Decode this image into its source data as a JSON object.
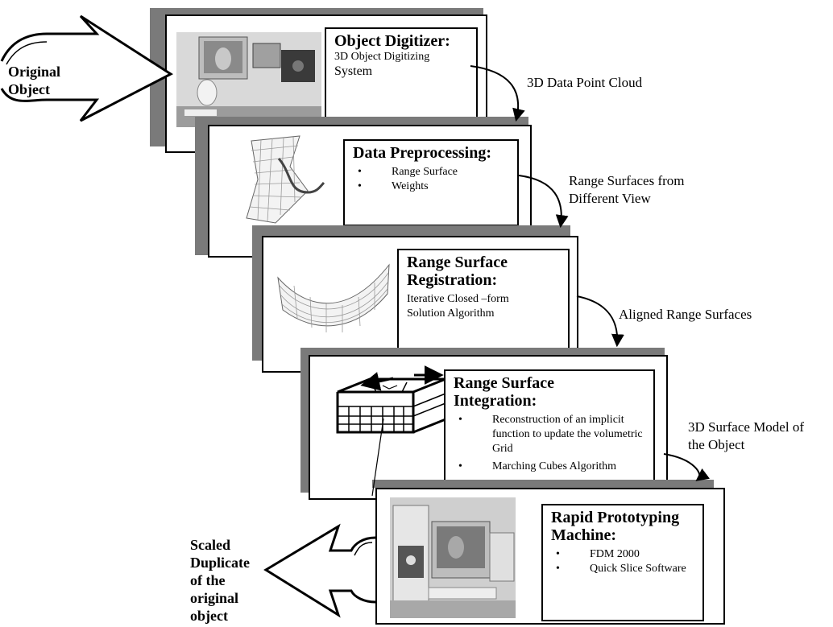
{
  "left_labels": {
    "input": "Original Object",
    "input_lines": [
      "Original",
      "Object"
    ],
    "output_lines": [
      "Scaled",
      "Duplicate",
      "of the",
      "original",
      "object"
    ]
  },
  "stages": [
    {
      "title": "Object Digitizer:",
      "lines": [
        "3D Object Digitizing",
        "System"
      ],
      "image": "object-digitizer-photo"
    },
    {
      "title": "Data Preprocessing:",
      "bullets": [
        "Range Surface",
        "Weights"
      ],
      "image": "range-surface-mesh"
    },
    {
      "title_lines": [
        "Range Surface",
        "Registration:"
      ],
      "lines": [
        "Iterative Closed –form",
        "Solution Algorithm"
      ],
      "image": "registered-surface-mesh"
    },
    {
      "title_lines": [
        "Range Surface",
        "Integration:"
      ],
      "bullets": [
        "Reconstruction of an implicit function to update the volumetric Grid",
        "Marching Cubes Algorithm"
      ],
      "image": "volumetric-grid-sketch"
    },
    {
      "title_lines": [
        "Rapid Prototyping",
        "Machine:"
      ],
      "bullets": [
        "FDM 2000",
        "Quick Slice Software"
      ],
      "image": "rapid-prototyping-machine-photo"
    }
  ],
  "transitions": [
    {
      "label": "3D Data Point Cloud"
    },
    {
      "label_lines": [
        "Range Surfaces from",
        "Different View"
      ]
    },
    {
      "label": "Aligned Range Surfaces"
    },
    {
      "label_lines": [
        "3D Surface Model of",
        "the Object"
      ]
    }
  ],
  "colors": {
    "shadow": "#7a7a7a",
    "line": "#000000",
    "background": "#ffffff"
  }
}
